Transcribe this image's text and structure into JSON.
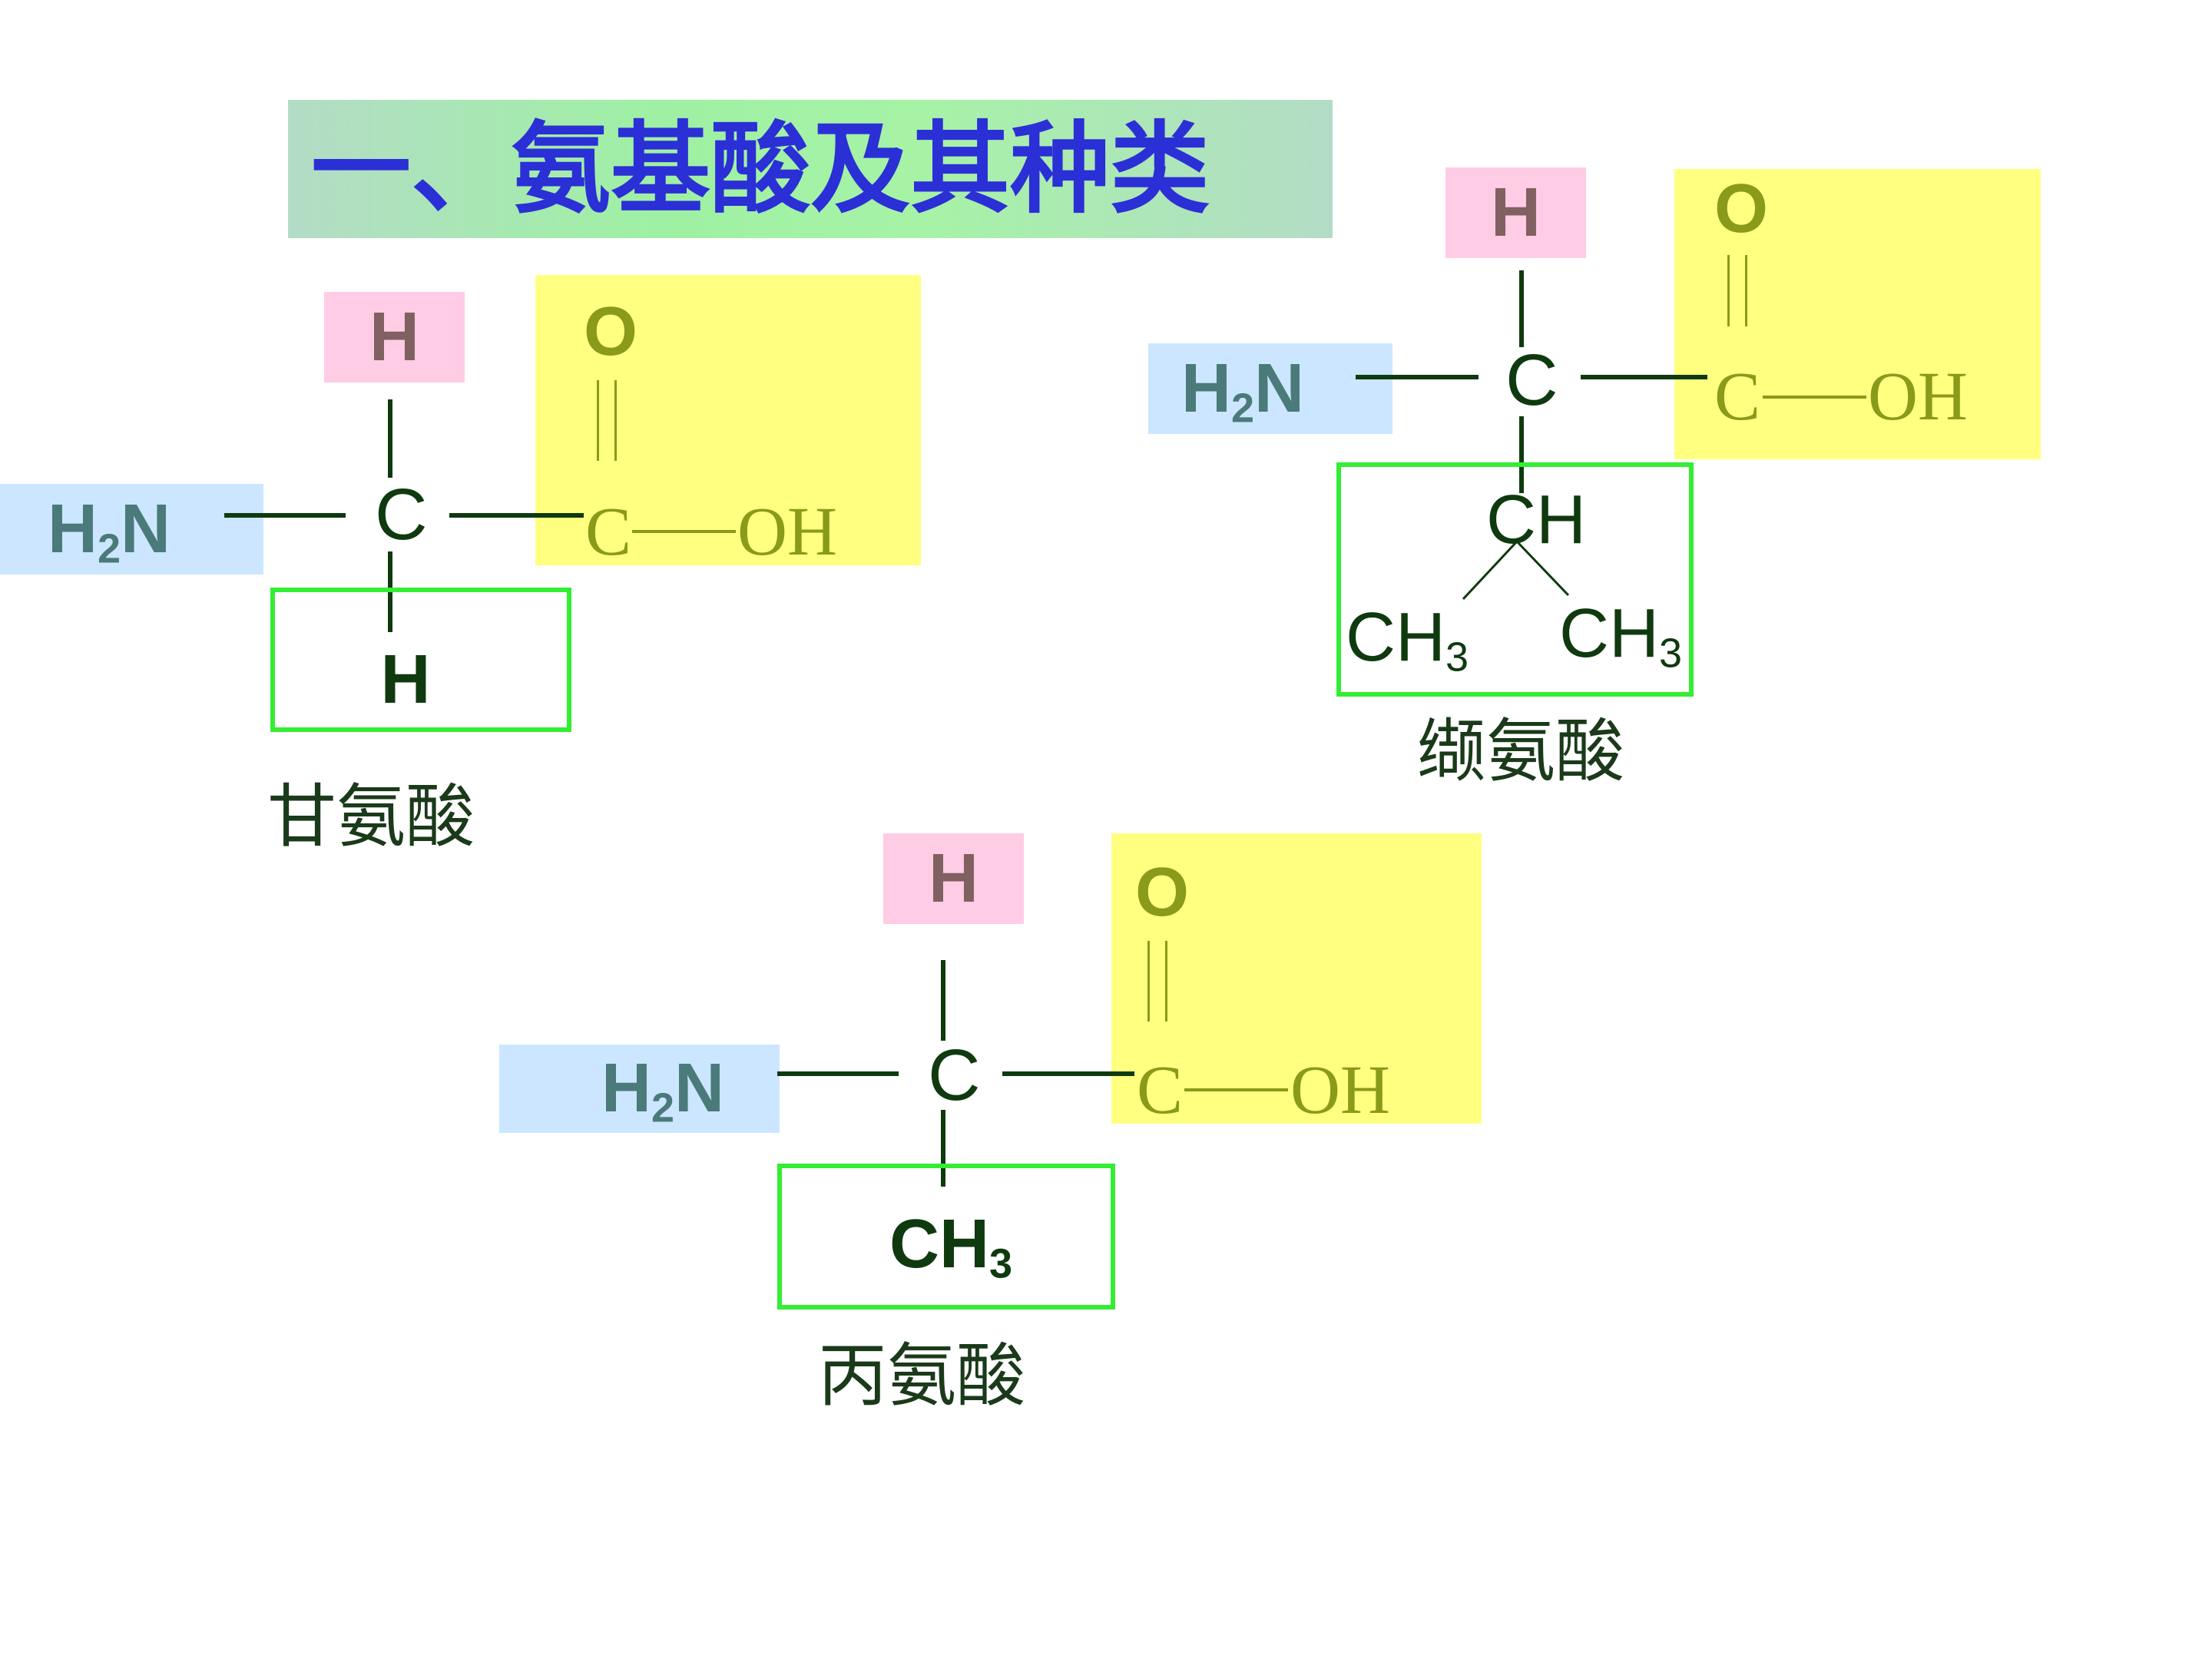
{
  "title": "一、氨基酸及其种类",
  "glycine": {
    "top_h": "H",
    "carbonyl_o": "O",
    "amino_h": "H",
    "amino_sub": "2",
    "amino_n": "N",
    "alpha_c": "C",
    "carboxyl_c": "C",
    "carboxyl_oh": "OH",
    "r_group": "H",
    "name": "甘氨酸"
  },
  "valine": {
    "top_h": "H",
    "carbonyl_o": "O",
    "amino_h": "H",
    "amino_sub": "2",
    "amino_n": "N",
    "alpha_c": "C",
    "carboxyl_c": "C",
    "carboxyl_oh": "OH",
    "r_ch": "CH",
    "r_ch3_left": "CH",
    "r_ch3_left_sub": "3",
    "r_ch3_right": "CH",
    "r_ch3_right_sub": "3",
    "name": "缬氨酸"
  },
  "alanine": {
    "top_h": "H",
    "carbonyl_o": "O",
    "amino_h": "H",
    "amino_sub": "2",
    "amino_n": "N",
    "alpha_c": "C",
    "carboxyl_c": "C",
    "carboxyl_oh": "OH",
    "r_ch": "CH",
    "r_sub": "3",
    "name": "丙氨酸"
  },
  "colors": {
    "title_text": "#2b2fd6",
    "hydrogen_box": "#ffcce6",
    "amino_box": "#cce6ff",
    "carboxyl_box": "#ffff80",
    "r_group_border": "#33ee33"
  }
}
